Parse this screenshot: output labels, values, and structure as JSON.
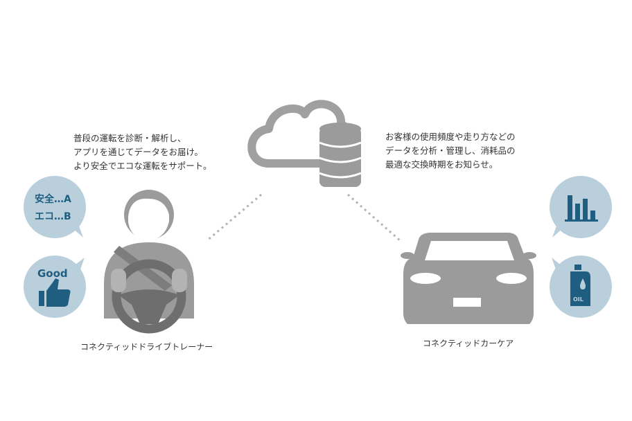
{
  "driver": {
    "description": [
      "普段の運転を診断・解析し、",
      "アプリを通じてデータをお届け。",
      "より安全でエコな運転をサポート。"
    ],
    "caption": "コネクティッドドライブトレーナー",
    "score_bubble": {
      "line1": "安全…A",
      "line2": "エコ…B"
    },
    "good_bubble": {
      "label": "Good"
    }
  },
  "car": {
    "description": [
      "お客様の使用頻度や走り方などの",
      "データを分析・管理し、消耗品の",
      "最適な交換時期をお知らせ。"
    ],
    "caption": "コネクティッドカーケア",
    "oil_bubble": {
      "label": "OIL"
    }
  },
  "colors": {
    "icon_gray": "#9b9b9b",
    "bubble_fill": "#b9cfdc",
    "bubble_icon": "#1f5e80",
    "line_dotted": "#b3b3b3"
  },
  "icons": [
    "cloud-database-icon",
    "driver-icon",
    "car-icon",
    "bar-chart-icon",
    "oil-bottle-icon",
    "thumbs-up-icon"
  ]
}
